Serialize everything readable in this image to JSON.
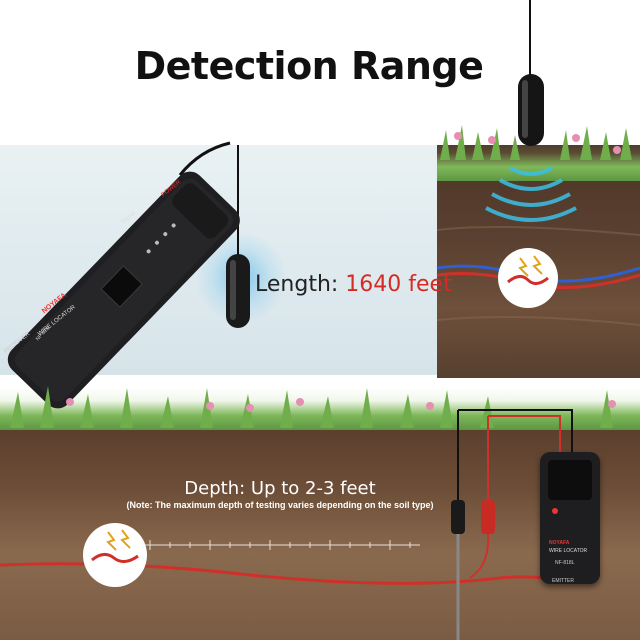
{
  "title": "Detection Range",
  "length": {
    "label": "Length:",
    "value": "1640 feet"
  },
  "depth": {
    "text": "Depth: Up to 2-3 feet",
    "note": "(Note: The maximum depth of testing varies depending on the soil type)"
  },
  "receiver": {
    "brand": "NOYAFA",
    "name": "WIRE LOCATOR",
    "model": "NF-818L",
    "label": "RECEIVER",
    "power_label": "POWER",
    "signal_label": "Signal"
  },
  "emitter": {
    "brand": "NOYAFA",
    "name": "WIRE LOCATOR",
    "model": "NF-818L",
    "label": "EMITTER"
  },
  "colors": {
    "accent_red": "#d62a24",
    "soil_brown": "#5a3e2c",
    "grass_green": "#5d9642",
    "device_black": "#1d1d1f"
  }
}
